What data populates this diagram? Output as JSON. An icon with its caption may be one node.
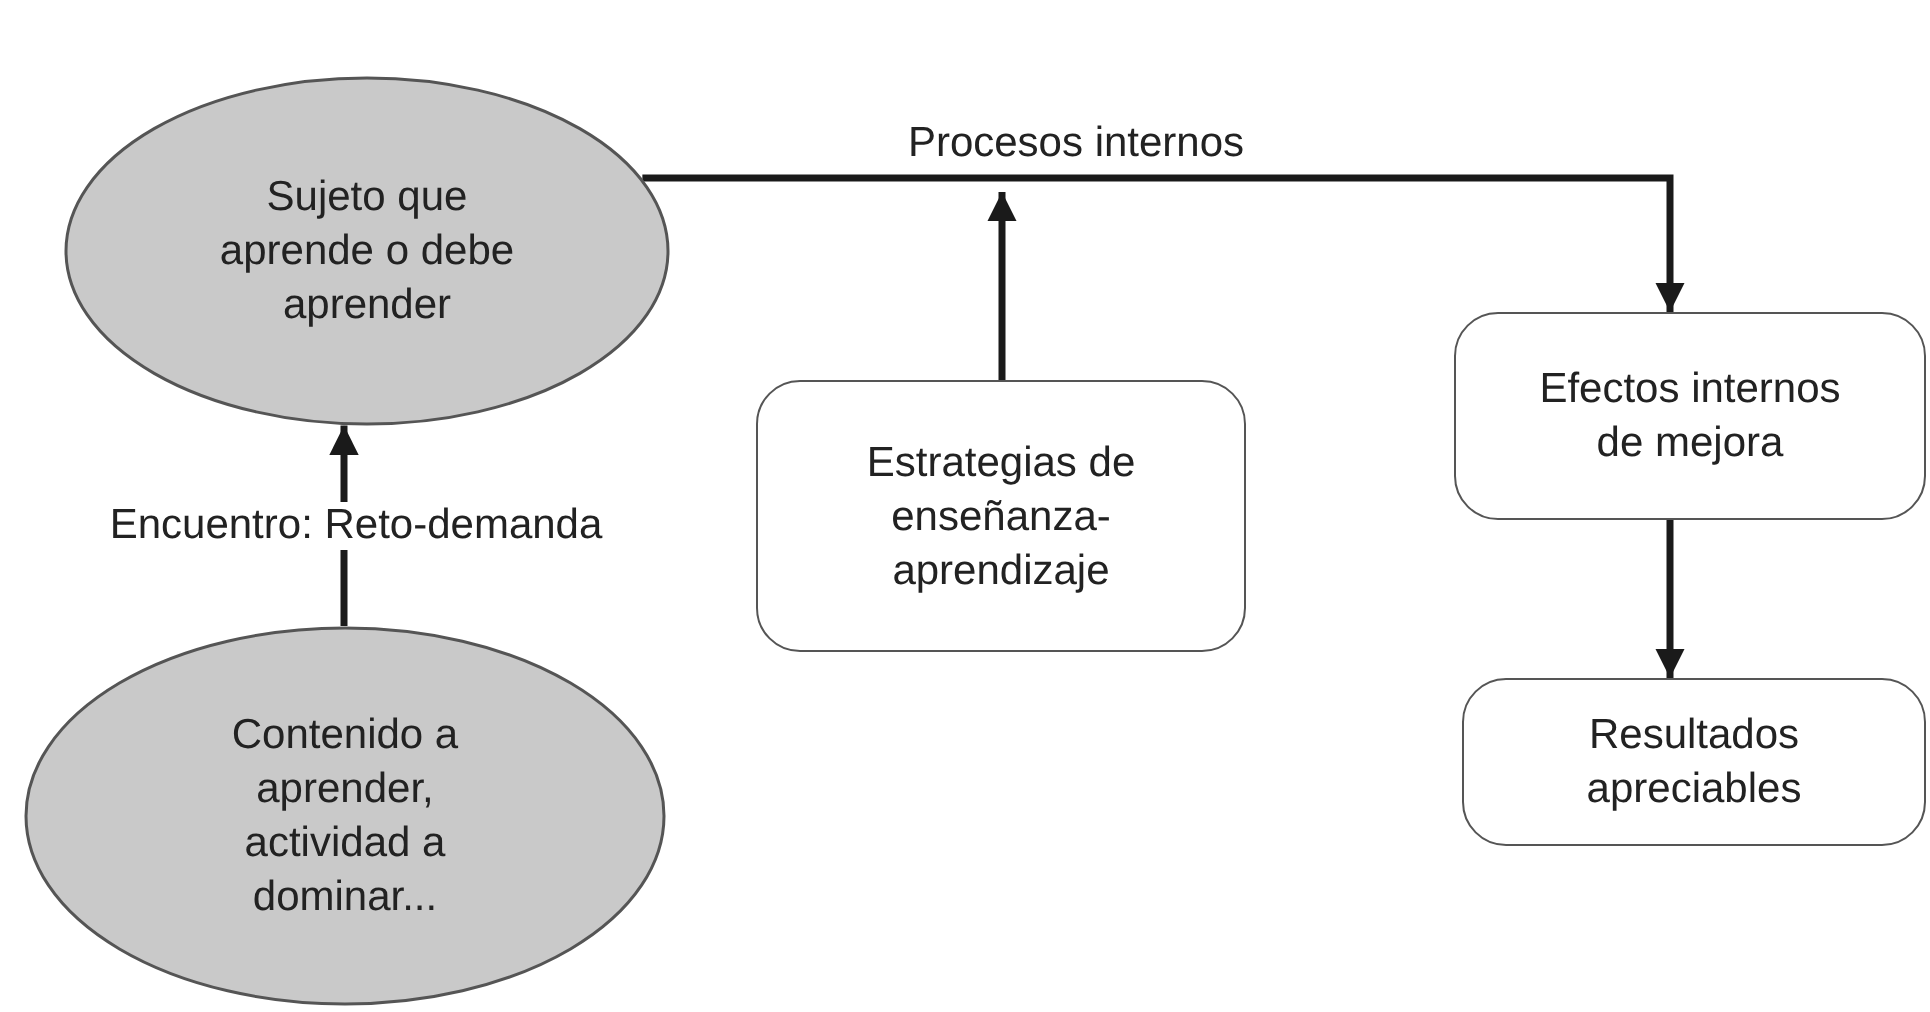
{
  "diagram": {
    "nodes": [
      {
        "text": [
          "Sujeto que aprende o debe aprender"
        ]
      },
      {
        "text": [
          "Contenido a aprender, actividad a dominar..."
        ]
      },
      {
        "text": [
          "Estrategias de enseñanza-aprendizaje"
        ]
      },
      {
        "text": [
          "Efectos internos de mejora"
        ]
      },
      {
        "text": [
          "Resultados apreciables"
        ]
      }
    ],
    "edges": [
      {
        "from": 1,
        "to": 0,
        "arrow": "to",
        "label": "Encuentro: Reto-demanda"
      },
      {
        "from": 0,
        "to": 3,
        "arrow": "to",
        "label": "Procesos internos"
      },
      {
        "from": 2,
        "to": null,
        "arrow": "to"
      },
      {
        "from": 3,
        "to": 4,
        "arrow": "to"
      }
    ]
  }
}
